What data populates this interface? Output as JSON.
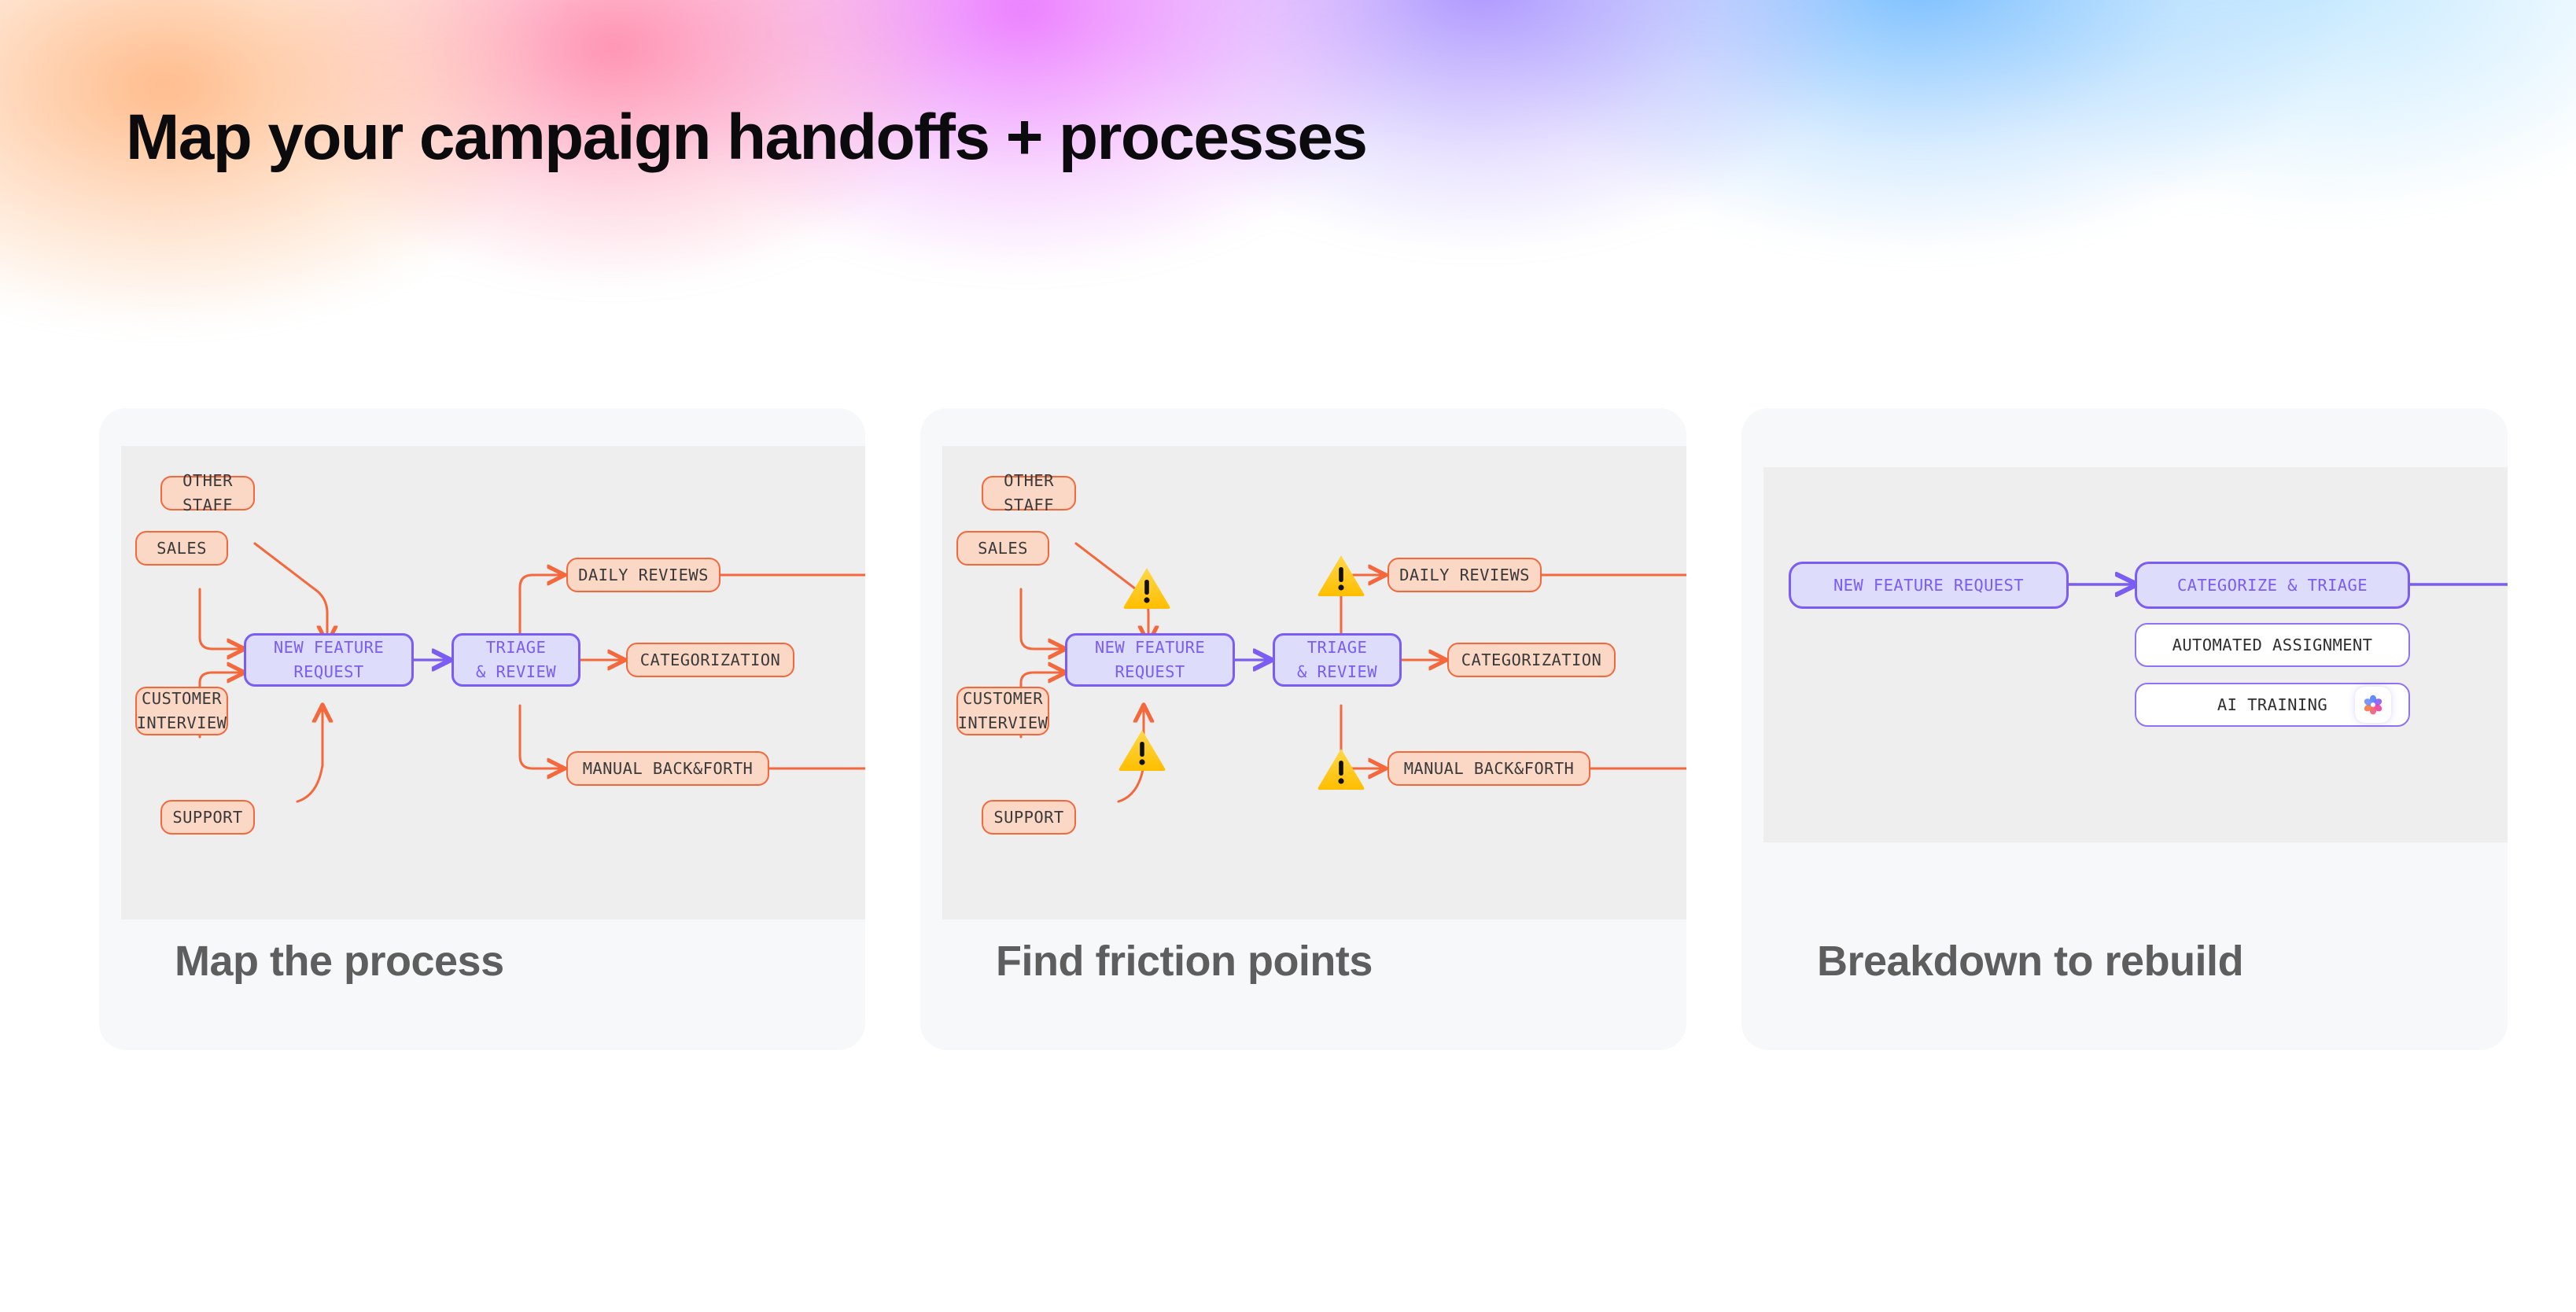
{
  "page": {
    "title": "Map your campaign handoffs + processes",
    "background_gradient": [
      "#ffb078",
      "#ff78a0",
      "#e96eff",
      "#9678ff",
      "#5aafff",
      "#96d7ff"
    ]
  },
  "theme": {
    "card_bg": "#f6f8fa",
    "canvas_bg": "#eeeeee",
    "orange_fill": "#fbd8c6",
    "orange_border": "#f4683c",
    "purple_fill": "#dedcfb",
    "purple_border": "#7b5cf5",
    "purple_text": "#7b5cf5",
    "warning_fill": "#ffc400",
    "title_text": "#5e5e5e",
    "heading_text": "#0b0b0d"
  },
  "cards": [
    {
      "id": "map-the-process",
      "title": "Map the process",
      "nodes": [
        {
          "name": "other-staff",
          "label": "OTHER STAFF",
          "style": "orange"
        },
        {
          "name": "sales",
          "label": "SALES",
          "style": "orange"
        },
        {
          "name": "customer-interview",
          "label": "CUSTOMER\nINTERVIEW",
          "style": "orange"
        },
        {
          "name": "support",
          "label": "SUPPORT",
          "style": "orange"
        },
        {
          "name": "new-feature-request",
          "label": "NEW FEATURE\nREQUEST",
          "style": "purple"
        },
        {
          "name": "triage-and-review",
          "label": "TRIAGE\n& REVIEW",
          "style": "purple"
        },
        {
          "name": "daily-reviews",
          "label": "DAILY REVIEWS",
          "style": "orange"
        },
        {
          "name": "categorization",
          "label": "CATEGORIZATION",
          "style": "orange"
        },
        {
          "name": "manual-back-and-forth",
          "label": "MANUAL BACK&FORTH",
          "style": "orange"
        }
      ],
      "warnings": []
    },
    {
      "id": "find-friction-points",
      "title": "Find friction points",
      "nodes": [
        {
          "name": "other-staff",
          "label": "OTHER STAFF",
          "style": "orange"
        },
        {
          "name": "sales",
          "label": "SALES",
          "style": "orange"
        },
        {
          "name": "customer-interview",
          "label": "CUSTOMER\nINTERVIEW",
          "style": "orange"
        },
        {
          "name": "support",
          "label": "SUPPORT",
          "style": "orange"
        },
        {
          "name": "new-feature-request",
          "label": "NEW FEATURE\nREQUEST",
          "style": "purple"
        },
        {
          "name": "triage-and-review",
          "label": "TRIAGE\n& REVIEW",
          "style": "purple"
        },
        {
          "name": "daily-reviews",
          "label": "DAILY REVIEWS",
          "style": "orange"
        },
        {
          "name": "categorization",
          "label": "CATEGORIZATION",
          "style": "orange"
        },
        {
          "name": "manual-back-and-forth",
          "label": "MANUAL BACK&FORTH",
          "style": "orange"
        }
      ],
      "warnings": [
        {
          "name": "warning-other-staff-to-request",
          "glyph": "!"
        },
        {
          "name": "warning-support-to-request",
          "glyph": "!"
        },
        {
          "name": "warning-triage-to-daily-reviews",
          "glyph": "!"
        },
        {
          "name": "warning-triage-to-manual",
          "glyph": "!"
        }
      ]
    },
    {
      "id": "breakdown-to-rebuild",
      "title": "Breakdown to rebuild",
      "nodes": [
        {
          "name": "new-feature-request",
          "label": "NEW FEATURE REQUEST",
          "style": "purple"
        },
        {
          "name": "categorize-and-triage",
          "label": "CATEGORIZE & TRIAGE",
          "style": "purple"
        },
        {
          "name": "automated-assignment",
          "label": "AUTOMATED ASSIGNMENT",
          "style": "white"
        },
        {
          "name": "ai-training",
          "label": "AI TRAINING",
          "style": "white",
          "badge": "ai-sparkle-icon"
        }
      ],
      "warnings": []
    }
  ]
}
